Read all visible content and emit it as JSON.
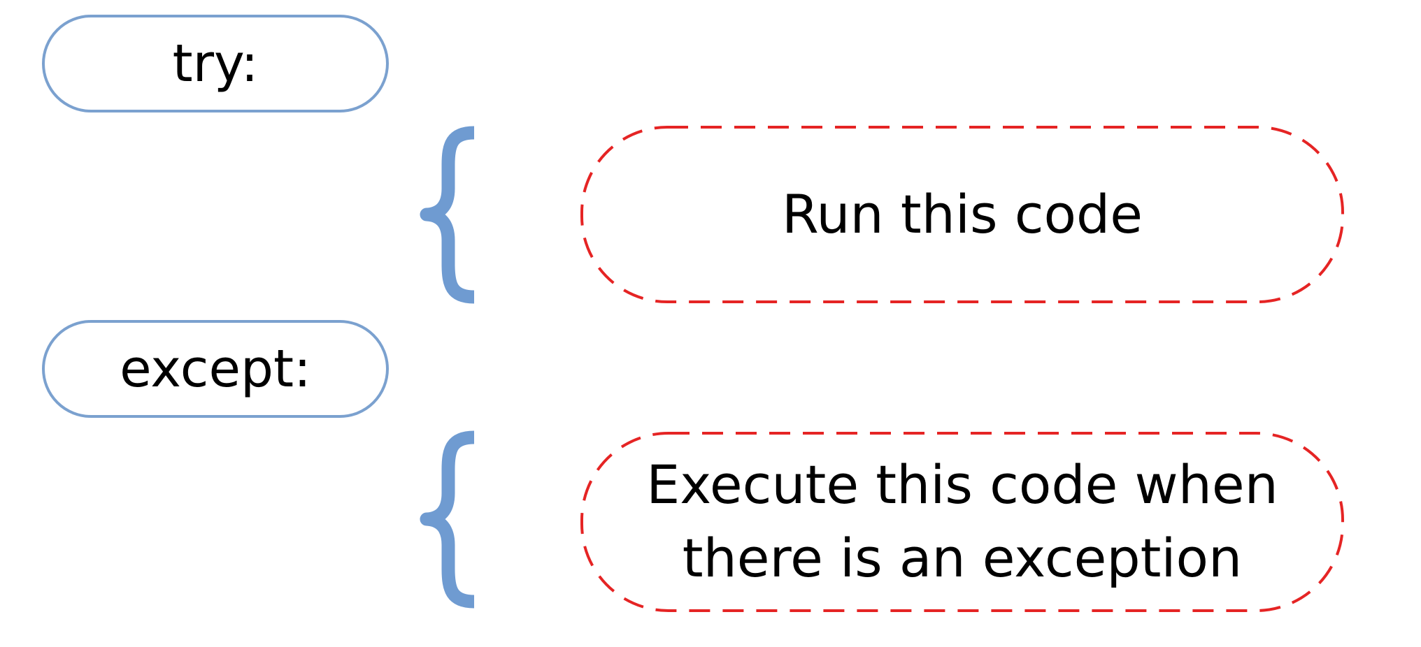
{
  "colors": {
    "keyword_border": "#7ba1cf",
    "brace": "#6f9bd1",
    "code_border": "#e52424",
    "text": "#000000",
    "background": "#ffffff"
  },
  "blocks": [
    {
      "keyword": "try:",
      "body_lines": [
        "Run this code"
      ]
    },
    {
      "keyword": "except:",
      "body_lines": [
        "Execute this code when",
        "there is an exception"
      ]
    }
  ]
}
